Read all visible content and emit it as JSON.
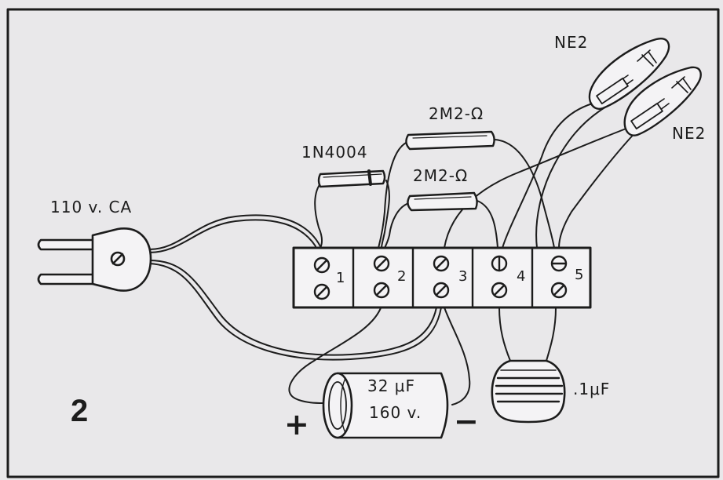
{
  "labels": {
    "plug": "110 v. CA",
    "diode": "1N4004",
    "resistor_top": "2M2-Ω",
    "resistor_bottom": "2M2-Ω",
    "neon_top": "NE2",
    "neon_right": "NE2",
    "electrolytic_value": "32 μF",
    "electrolytic_voltage": "160 v.",
    "polyester_cap": ".1μF",
    "figure_number": "2",
    "plus": "+",
    "minus": "−"
  },
  "terminals": [
    "1",
    "2",
    "3",
    "4",
    "5"
  ],
  "colors": {
    "background": "#e9e8ea",
    "ink": "#1c1c1c",
    "component_fill": "#f4f3f5"
  },
  "icons": [
    "plug-icon",
    "diode-icon",
    "resistor-icon",
    "neon-lamp-icon",
    "electrolytic-capacitor-icon",
    "polyester-capacitor-icon",
    "terminal-strip-icon",
    "screw-icon"
  ]
}
